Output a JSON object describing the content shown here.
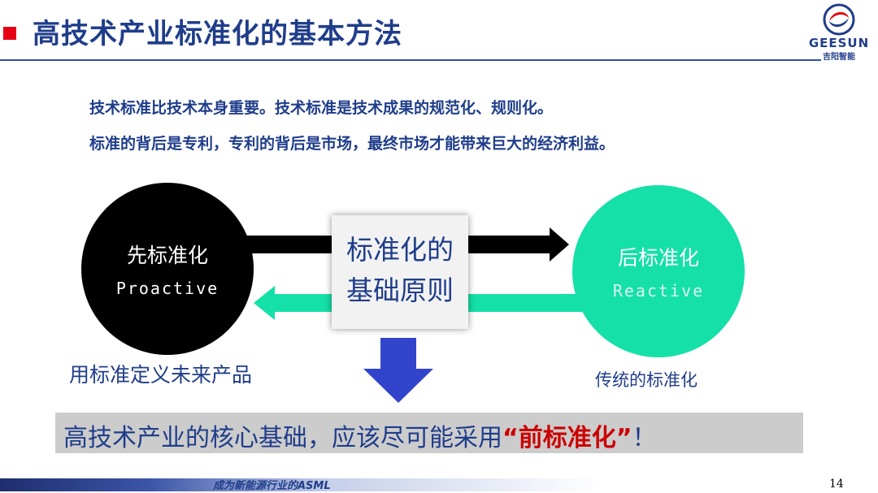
{
  "slide": {
    "title": "高技术产业标准化的基本方法",
    "logo": {
      "name": "GEESUN",
      "subtitle": "吉阳智能"
    },
    "intro": [
      "技术标准比技术本身重要。技术标准是技术成果的规范化、规则化。",
      "标准的背后是专利，专利的背后是市场，最终市场才能带来巨大的经济利益。"
    ],
    "diagram": {
      "left_circle": {
        "title": "先标准化",
        "subtitle": "Proactive"
      },
      "right_circle": {
        "title": "后标准化",
        "subtitle": "Reactive"
      },
      "center_box": {
        "line1": "标准化的",
        "line2": "基础原则"
      },
      "left_label": "用标准定义未来产品",
      "right_label": "传统的标准化"
    },
    "banner": {
      "text": "高技术产业的核心基础，应该尽可能采用",
      "highlight": "“前标准化”",
      "suffix": "！"
    },
    "footer": {
      "slogan": "成为新能源行业的ASML",
      "page_number": "14"
    }
  },
  "colors": {
    "brand_blue": "#1f3d8a",
    "accent_red": "#e60012",
    "highlight_red": "#cc0000",
    "green": "#15e0a7",
    "black": "#000000",
    "banner_gray": "#cccccc"
  },
  "icons": [
    "red-square-bullet",
    "geesun-logo-icon",
    "arrow-right-icon",
    "arrow-left-icon",
    "arrow-down-icon"
  ]
}
